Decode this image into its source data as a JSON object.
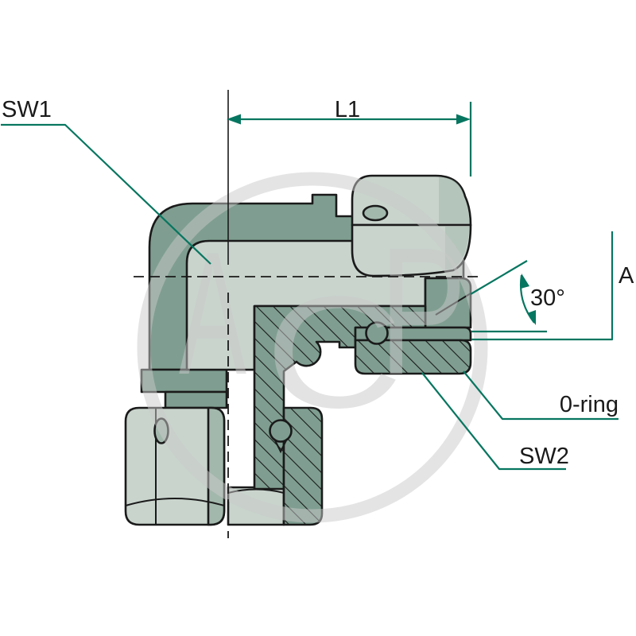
{
  "diagram": {
    "description": "Technical section drawing of a 90-degree adjustable swivel elbow hydraulic fitting",
    "labels": {
      "sw1": "SW1",
      "l1": "L1",
      "a": "A",
      "angle": "30°",
      "oring": "0-ring",
      "sw2": "SW2"
    },
    "watermark": {
      "letter_a": "A",
      "letter_c": "C",
      "letter_p": "P"
    },
    "colors": {
      "background": "#ffffff",
      "body_dark": "#7f9e91",
      "body_light": "#c9d4cd",
      "body_medium": "#a3b8ad",
      "line": "#1a1a1a",
      "accent_teal": "#077660",
      "watermark": "#c9c9c9"
    }
  }
}
